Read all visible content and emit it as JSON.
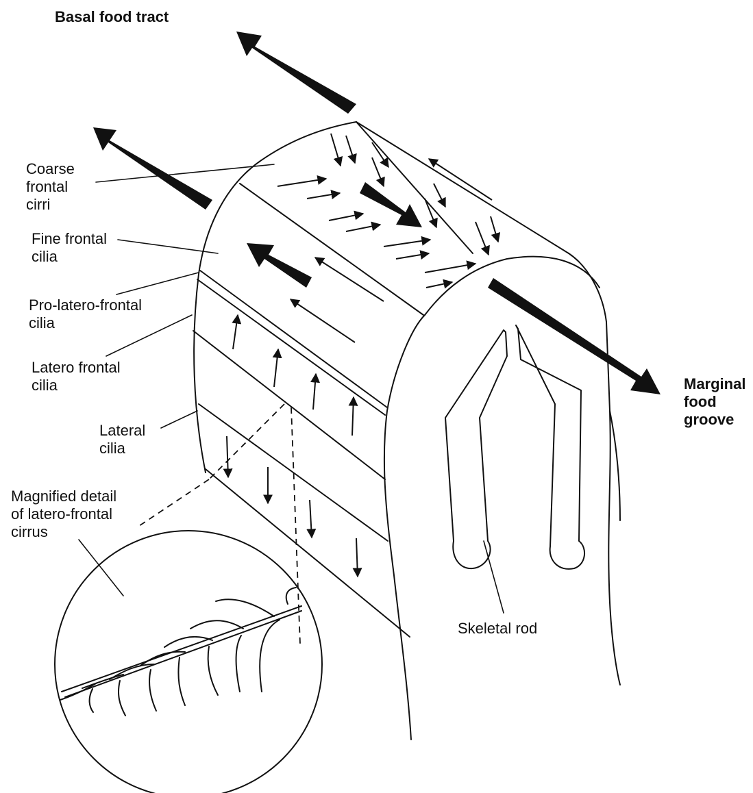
{
  "labels": {
    "basal_food_tract": "Basal food tract",
    "coarse_frontal_cirri": [
      "Coarse",
      "frontal",
      "cirri"
    ],
    "fine_frontal_cilia": [
      "Fine frontal",
      "cilia"
    ],
    "pro_latero_frontal_cilia": [
      "Pro-latero-frontal",
      "cilia"
    ],
    "latero_frontal_cilia": [
      "Latero frontal",
      "cilia"
    ],
    "lateral_cilia": [
      "Lateral",
      "cilia"
    ],
    "magnified_detail": [
      "Magnified detail",
      "of latero-frontal",
      "cirrus"
    ],
    "marginal_food_groove": [
      "Marginal",
      "food",
      "groove"
    ],
    "skeletal_rod": "Skeletal rod"
  },
  "colors": {
    "ink": "#111111",
    "background": "#ffffff"
  }
}
